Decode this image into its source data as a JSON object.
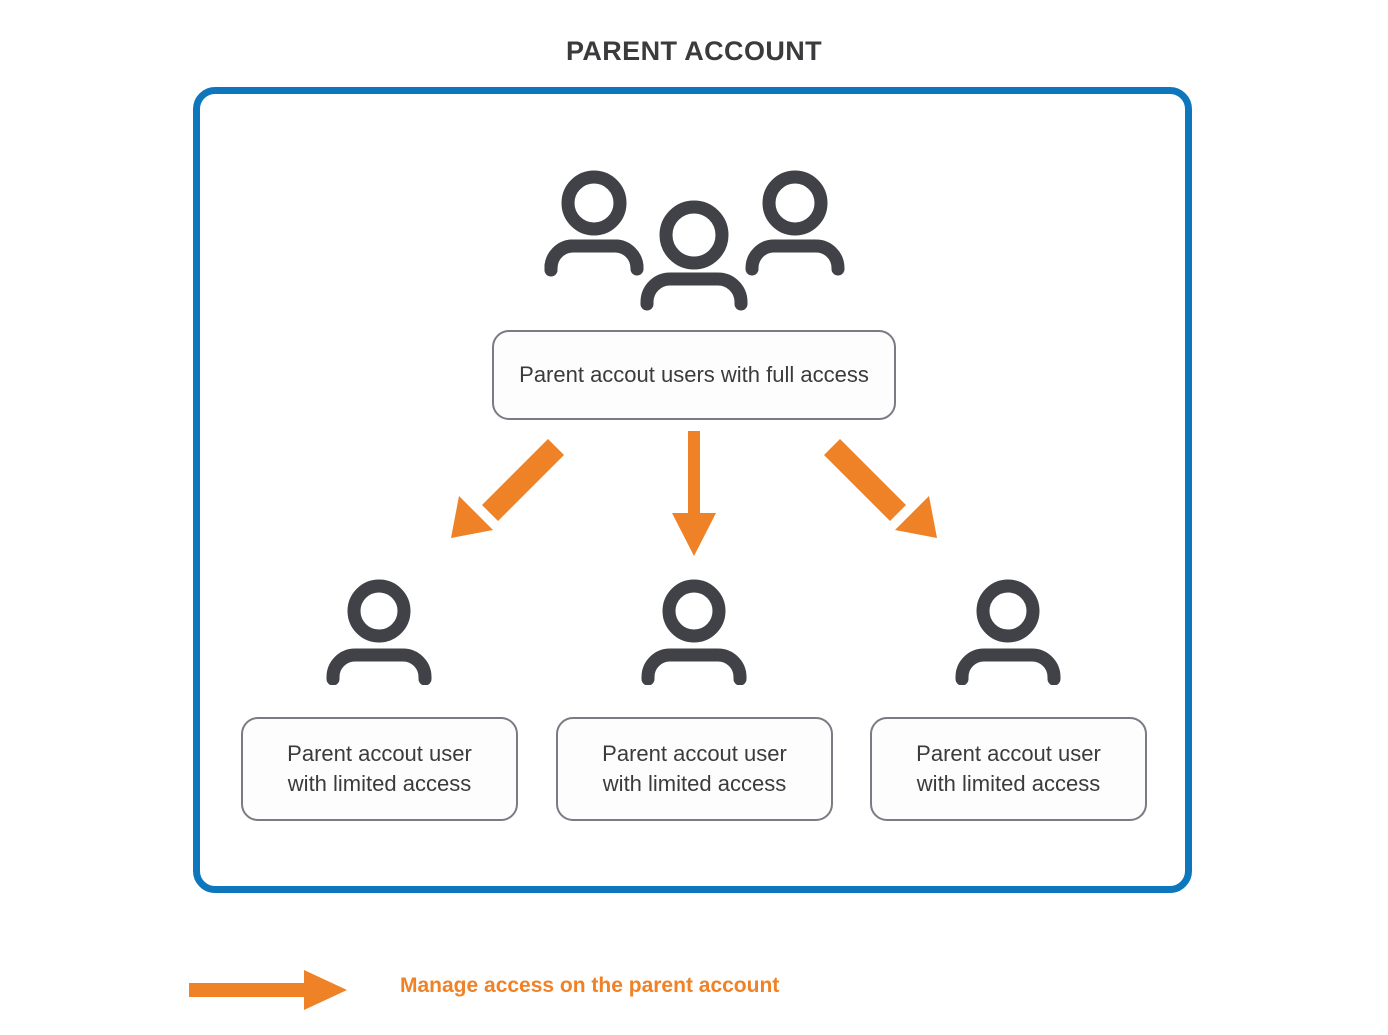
{
  "diagram": {
    "title": "PARENT ACCOUNT",
    "colors": {
      "frame_blue": "#0e76bc",
      "arrow_orange": "#ef8127",
      "icon_gray": "#414247",
      "box_border_gray": "#7a7b84",
      "text_dark": "#3b3b3d",
      "background": "#ffffff"
    },
    "top_node": {
      "icon": "three-people-icon",
      "label": "Parent accout users with full access"
    },
    "child_nodes": [
      {
        "icon": "person-icon",
        "label_line1": "Parent accout user",
        "label_line2": "with limited access"
      },
      {
        "icon": "person-icon",
        "label_line1": "Parent accout user",
        "label_line2": "with limited access"
      },
      {
        "icon": "person-icon",
        "label_line1": "Parent accout user",
        "label_line2": "with limited access"
      }
    ],
    "connectors": [
      {
        "name": "arrow-to-left-child",
        "direction": "diagonal-down-left"
      },
      {
        "name": "arrow-to-middle-child",
        "direction": "down"
      },
      {
        "name": "arrow-to-right-child",
        "direction": "diagonal-down-right"
      }
    ],
    "legend": {
      "arrow_icon": "right-arrow-icon",
      "text": "Manage access on the parent account"
    }
  }
}
